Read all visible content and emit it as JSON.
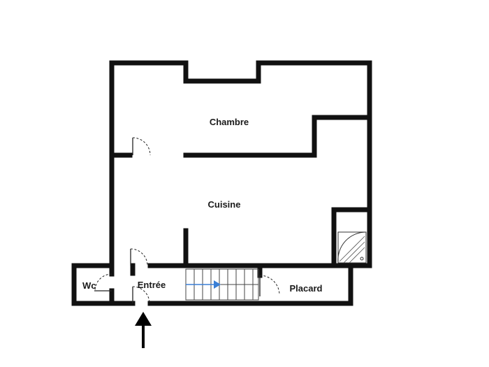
{
  "rooms": {
    "chambre": "Chambre",
    "cuisine": "Cuisine",
    "wc": "Wc",
    "entree": "Entrée",
    "placard": "Placard"
  },
  "colors": {
    "walls": "#111111",
    "stair_arrow": "#3a7fd5",
    "entry_arrow": "#000000"
  }
}
